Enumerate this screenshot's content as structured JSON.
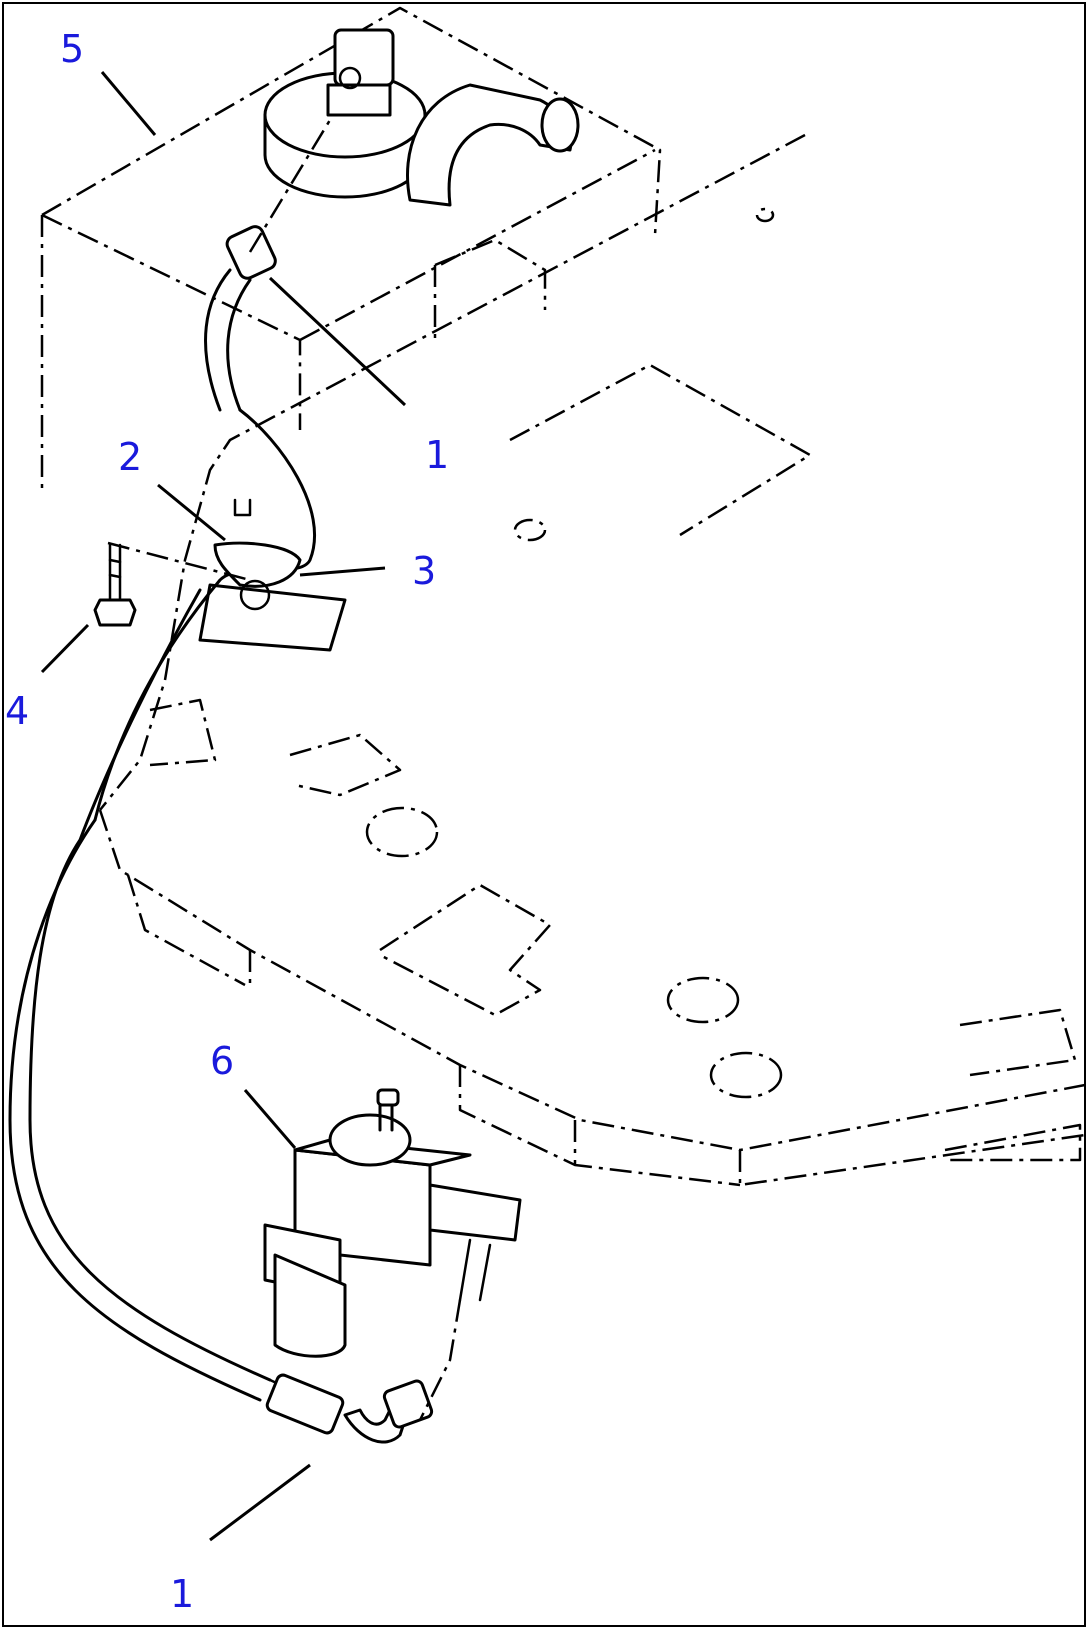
{
  "callouts": [
    {
      "id": "c5",
      "text": "5"
    },
    {
      "id": "c1a",
      "text": "1"
    },
    {
      "id": "c2",
      "text": "2"
    },
    {
      "id": "c3",
      "text": "3"
    },
    {
      "id": "c4",
      "text": "4"
    },
    {
      "id": "c6",
      "text": "6"
    },
    {
      "id": "c1b",
      "text": "1"
    }
  ],
  "colors": {
    "callout": "#1a1adc",
    "line": "#000000",
    "background": "#ffffff"
  }
}
